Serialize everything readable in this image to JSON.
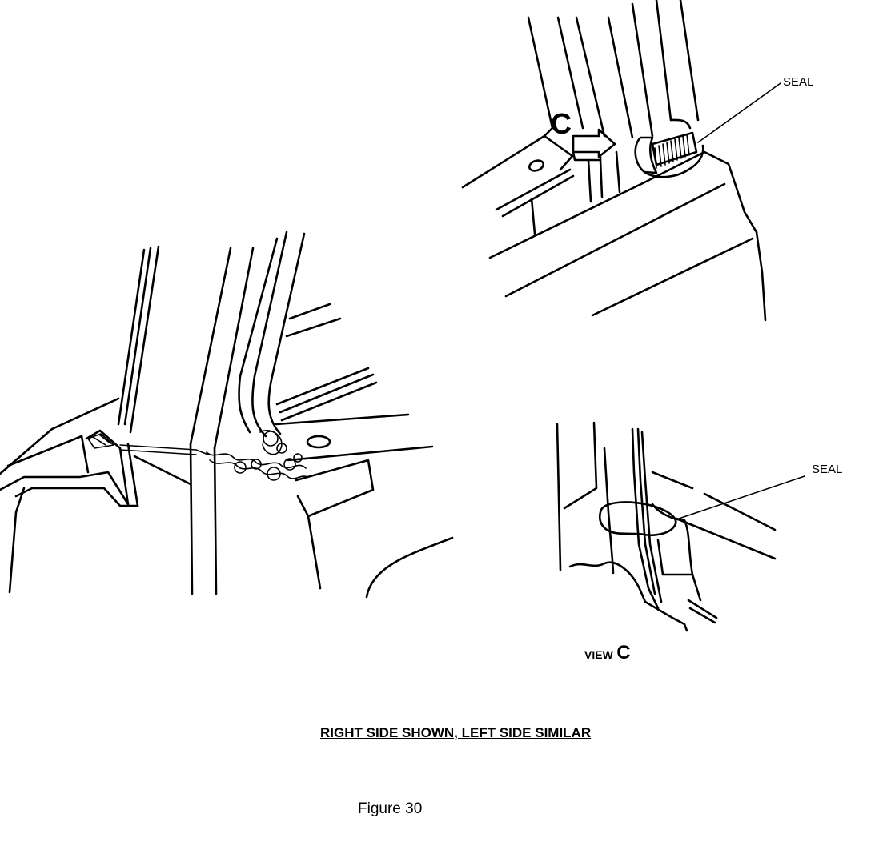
{
  "labels": {
    "seal_top": "SEAL",
    "seal_view_c": "SEAL",
    "view_c_prefix": "VIEW",
    "view_c_letter": "C",
    "callout_c": "C",
    "caption": "RIGHT SIDE SHOWN, LEFT SIDE SIMILAR",
    "figure": "Figure 30"
  }
}
